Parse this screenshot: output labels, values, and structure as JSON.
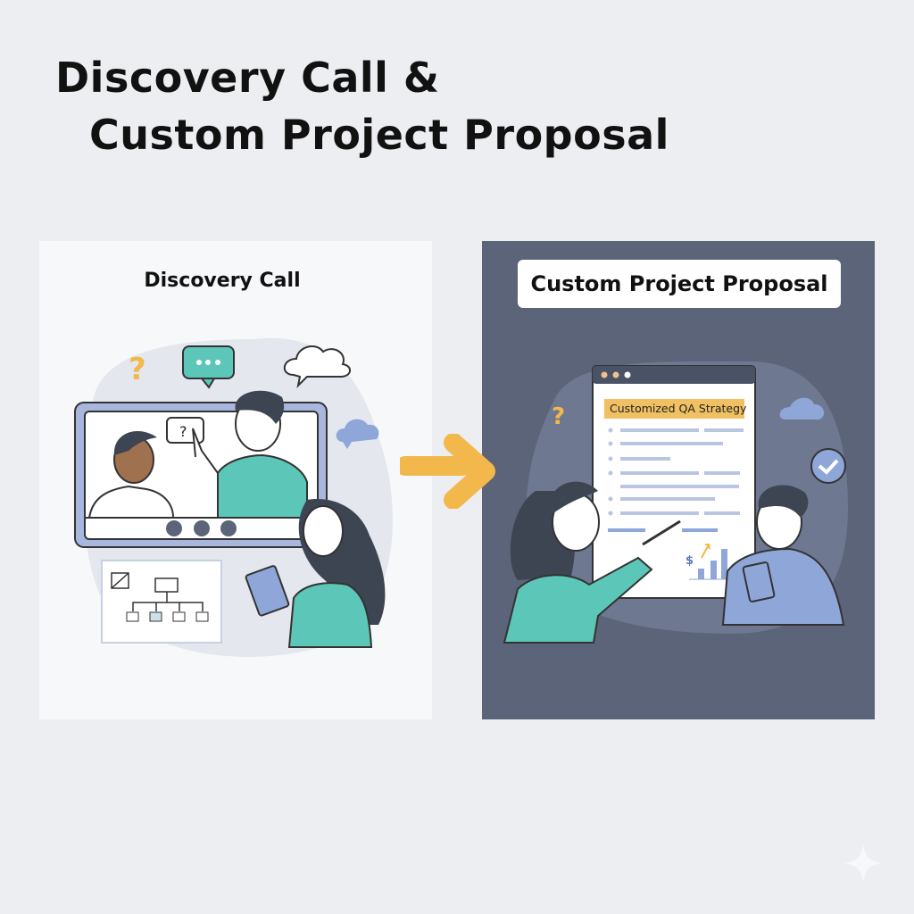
{
  "header": {
    "title_line1": "Discovery Call &",
    "title_line2": "Custom Project Proposal"
  },
  "left_panel": {
    "title": "Discovery Call",
    "bubble_question": "?",
    "floating_question": "?"
  },
  "right_panel": {
    "title": "Custom Project Proposal",
    "document_heading": "Customized QA Strategy",
    "floating_question": "?",
    "chart_symbol": "$"
  },
  "colors": {
    "background": "#eceef2",
    "left_panel": "#f7f8f9",
    "right_panel": "#5b6478",
    "accent_orange": "#f2b84b",
    "teal": "#5cc7b8",
    "blue": "#8fa6d8"
  }
}
